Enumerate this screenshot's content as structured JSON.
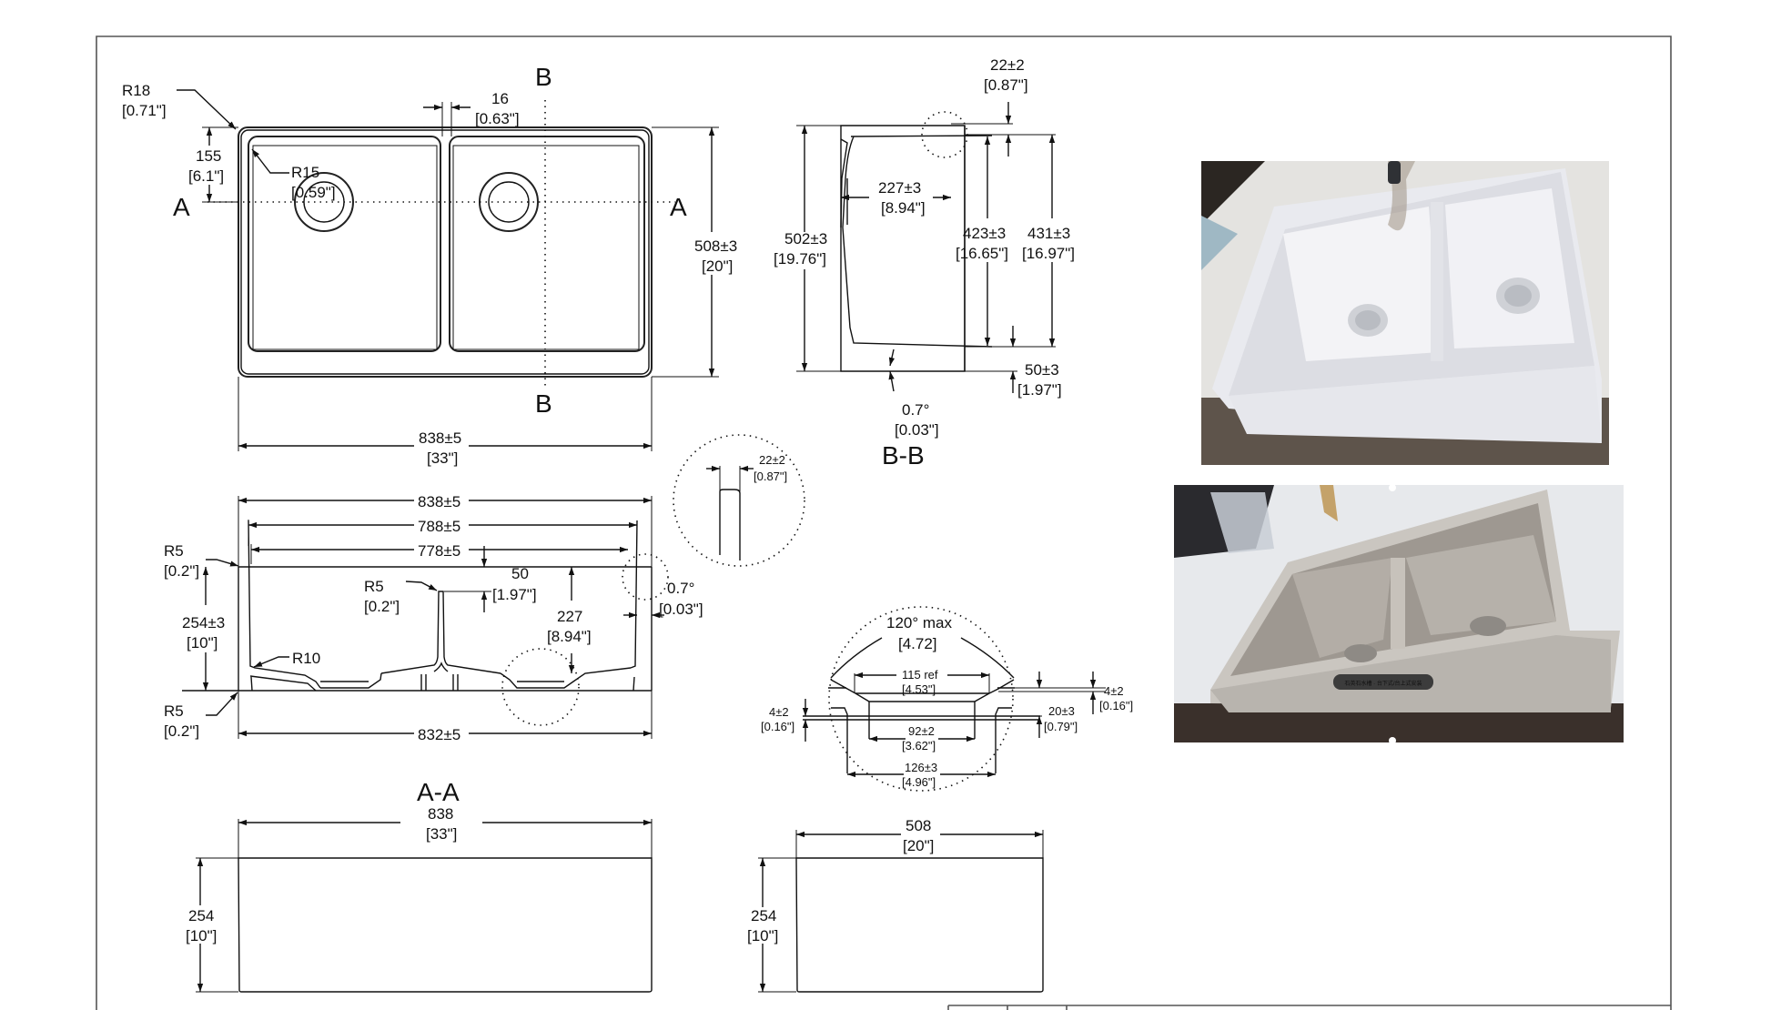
{
  "document": {
    "type": "technical drawing",
    "subject": "double-bowl apron-front kitchen sink"
  },
  "plan_view": {
    "section_markers": {
      "a_left": "A",
      "a_right": "A",
      "b_top": "B",
      "b_bottom": "B"
    },
    "corner_radius": {
      "mm": "R18",
      "in": "[0.71\"]"
    },
    "bowl_radius": {
      "mm": "R15",
      "in": "[0.59\"]"
    },
    "drain_offset": {
      "mm": "155",
      "in": "[6.1\"]"
    },
    "divider_width": {
      "mm": "16",
      "in": "[0.63\"]"
    },
    "depth": {
      "mm": "508±3",
      "in": "[20\"]"
    },
    "width": {
      "mm": "838±5",
      "in": "[33\"]"
    }
  },
  "section_bb": {
    "title": "B-B",
    "overall_depth": {
      "mm": "502±3",
      "in": "[19.76\"]"
    },
    "rim": {
      "mm": "22±2",
      "in": "[0.87\"]"
    },
    "apron_to_drain": {
      "mm": "227±3",
      "in": "[8.94\"]"
    },
    "bowl_depth_front": {
      "mm": "423±3",
      "in": "[16.65\"]"
    },
    "bowl_depth_back": {
      "mm": "431±3",
      "in": "[16.97\"]"
    },
    "base": {
      "mm": "50±3",
      "in": "[1.97\"]"
    },
    "draft": {
      "deg": "0.7°",
      "in": "[0.03\"]"
    }
  },
  "detail_rim": {
    "thickness": {
      "mm": "22±2",
      "in": "[0.87\"]"
    }
  },
  "section_aa": {
    "title": "A-A",
    "overall": {
      "mm": "838±5"
    },
    "inner_top": {
      "mm": "788±5"
    },
    "inner_bottom": {
      "mm": "778±5"
    },
    "bottom": {
      "mm": "832±5"
    },
    "height": {
      "mm": "254±3",
      "in": "[10\"]"
    },
    "top_radius": {
      "mm": "R5",
      "in": "[0.2\"]"
    },
    "bottom_radius": {
      "mm": "R5",
      "in": "[0.2\"]"
    },
    "divider_radius": {
      "mm": "R5",
      "in": "[0.2\"]"
    },
    "floor_radius": {
      "mm": "R10"
    },
    "divider_drop": {
      "mm": "50",
      "in": "[1.97\"]"
    },
    "bowl_depth": {
      "mm": "227",
      "in": "[8.94\"]"
    },
    "draft": {
      "deg": "0.7°",
      "in": "[0.03\"]"
    }
  },
  "detail_drain": {
    "angle": {
      "label": "120° max",
      "in": "[4.72]"
    },
    "top_ref": {
      "mm": "115 ref",
      "in": "[4.53\"]"
    },
    "inner": {
      "mm": "92±2",
      "in": "[3.62\"]"
    },
    "outer": {
      "mm": "126±3",
      "in": "[4.96\"]"
    },
    "recess_left": {
      "mm": "4±2",
      "in": "[0.16\"]"
    },
    "recess_right": {
      "mm": "4±2",
      "in": "[0.16\"]"
    },
    "depth": {
      "mm": "20±3",
      "in": "[0.79\"]"
    }
  },
  "front_elevation": {
    "width": {
      "mm": "838",
      "in": "[33\"]"
    },
    "height": {
      "mm": "254",
      "in": "[10\"]"
    }
  },
  "side_elevation": {
    "width": {
      "mm": "508",
      "in": "[20\"]"
    },
    "height": {
      "mm": "254",
      "in": "[10\"]"
    }
  },
  "photos": [
    {
      "name": "white sink installed",
      "colors": {
        "sink": "#eceef2",
        "counter": "#e6e6e4",
        "floor": "#5a4e45"
      }
    },
    {
      "name": "grey sink display",
      "colors": {
        "sink": "#b8b4ae",
        "counter": "#e9ebee",
        "floor": "#3a302b"
      },
      "badge_text": "石英石水槽 · 台下式/台上式安装"
    }
  ]
}
